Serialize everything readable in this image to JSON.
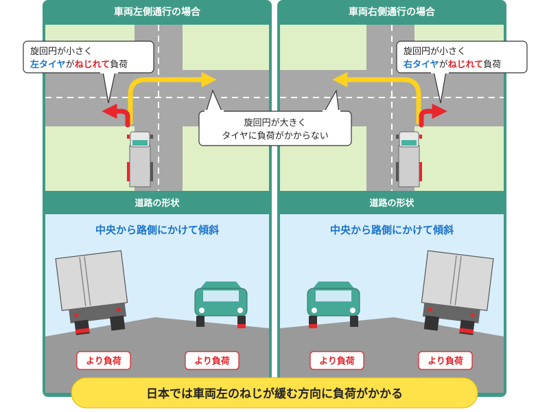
{
  "panels": [
    {
      "title": "車両左側通行の場合",
      "callout_top": {
        "line1": "旋回円が小さく",
        "prefix": "左タイヤ",
        "mid": "が",
        "emph": "ねじれて",
        "suffix": "負荷"
      },
      "section_title": "道路の形状",
      "slope_title": "中央から路側にかけて傾斜",
      "load_labels": [
        "より負荷",
        "より負荷"
      ]
    },
    {
      "title": "車両右側通行の場合",
      "callout_top": {
        "line1": "旋回円が小さく",
        "prefix": "右タイヤ",
        "mid": "が",
        "emph": "ねじれて",
        "suffix": "負荷"
      },
      "section_title": "道路の形状",
      "slope_title": "中央から路側にかけて傾斜",
      "load_labels": [
        "より負荷",
        "より負荷"
      ]
    }
  ],
  "center_callout": {
    "line1": "旋回円が大きく",
    "line2": "タイヤに負荷がかからない"
  },
  "footer": "日本では車両左のねじが緩む方向に負荷がかかる",
  "colors": {
    "panel": "#3e9a86",
    "road": "#a8a8a8",
    "grass": "#dff0c6",
    "sky": "#d8eefb",
    "slope": "#9a9a9a",
    "arrow_large": "#ffd21f",
    "arrow_small": "#e8262c",
    "text_blue": "#1a73c9",
    "text_red": "#e11f26",
    "footer_bg": "#ffe14a"
  }
}
